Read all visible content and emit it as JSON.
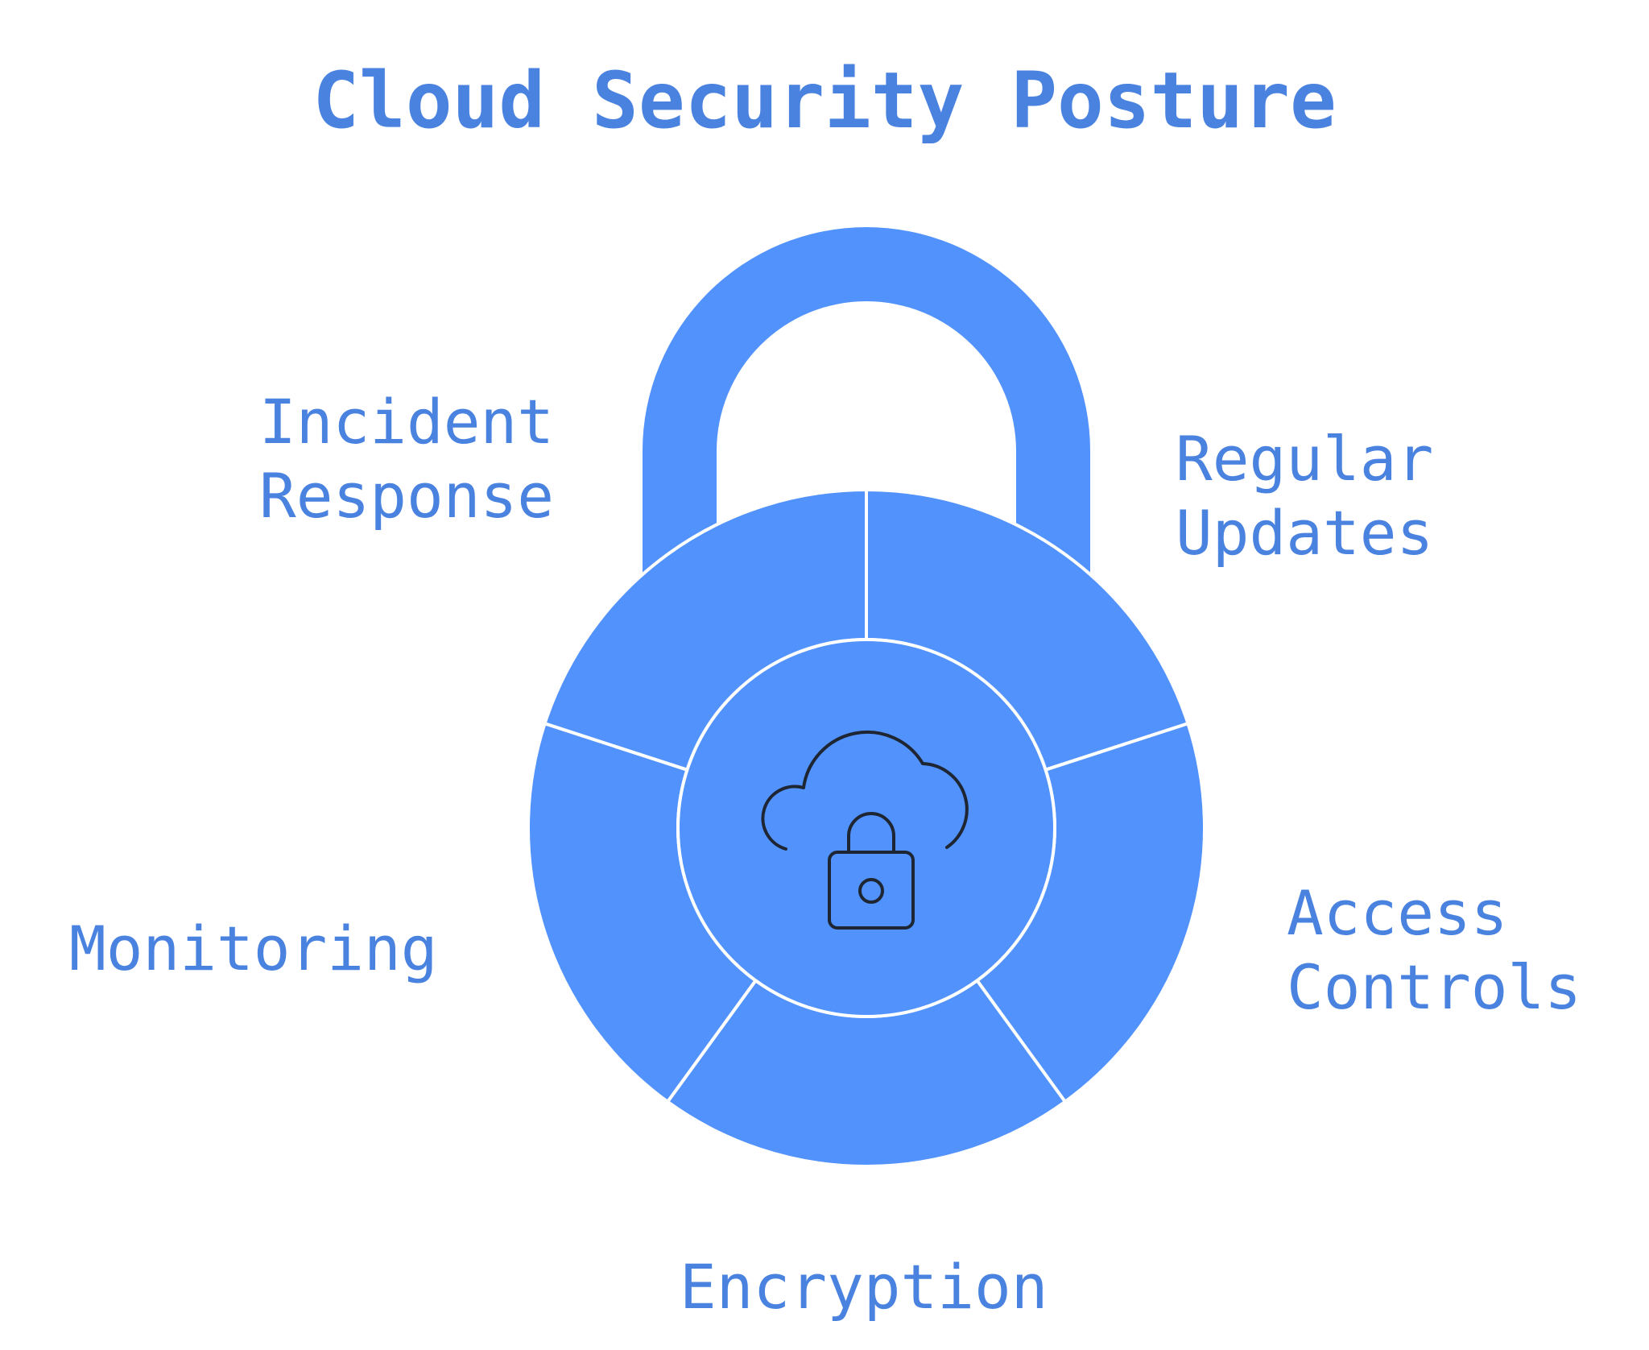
{
  "title": "Cloud Security Posture",
  "colors": {
    "accent_text": "#4a82e0",
    "lock_fill": "#5192fd",
    "separator": "#ffffff",
    "icon_stroke": "#1f2633"
  },
  "segments": [
    {
      "line1": "Regular",
      "line2": "Updates"
    },
    {
      "line1": "Access",
      "line2": "Controls"
    },
    {
      "line1": "Encryption",
      "line2": ""
    },
    {
      "line1": "Monitoring",
      "line2": ""
    },
    {
      "line1": "Incident",
      "line2": "Response"
    }
  ],
  "center_icon": "cloud-lock-icon"
}
